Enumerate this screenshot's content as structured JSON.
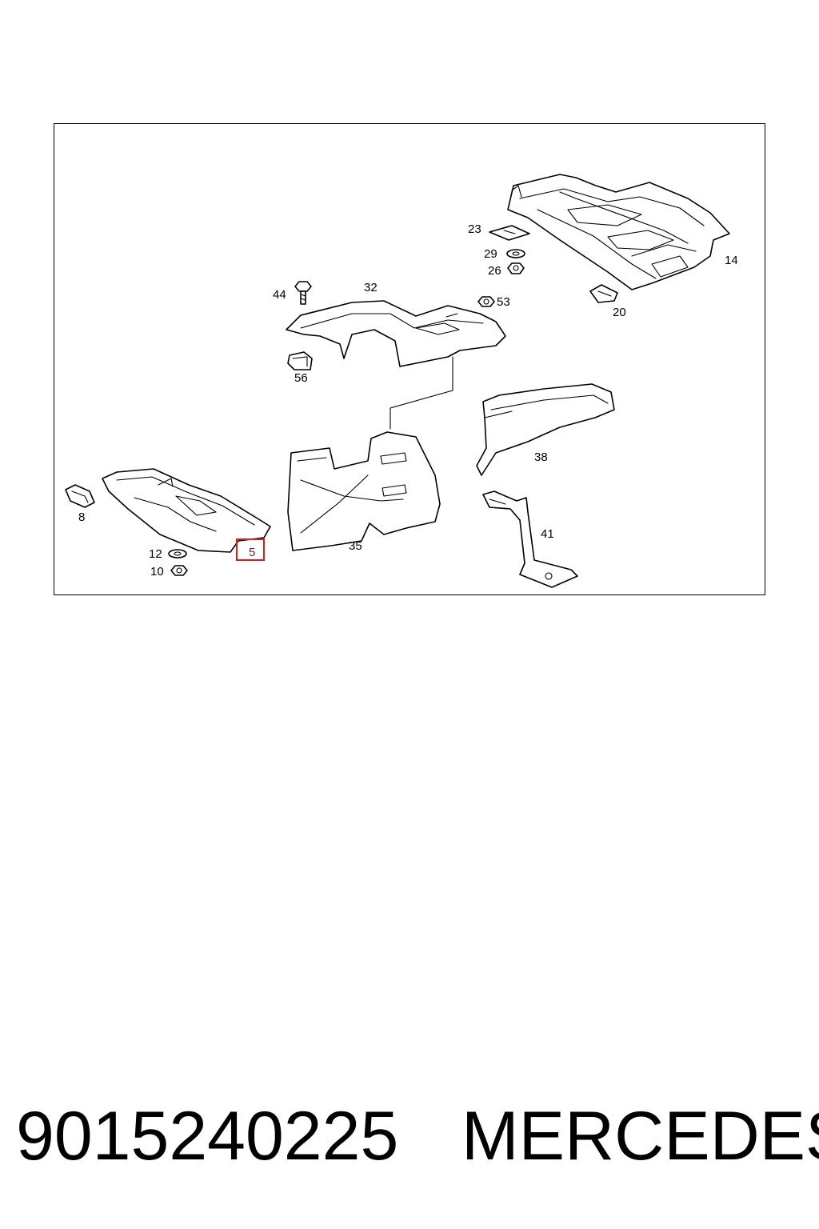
{
  "diagram": {
    "callouts": [
      "23",
      "29",
      "26",
      "14",
      "20",
      "44",
      "32",
      "53",
      "56",
      "38",
      "8",
      "35",
      "41",
      "12",
      "10"
    ],
    "highlighted_callout": "5",
    "highlight_color": "#e0191b"
  },
  "caption": {
    "part_number": "9015240225",
    "brand": "MERCEDES"
  }
}
